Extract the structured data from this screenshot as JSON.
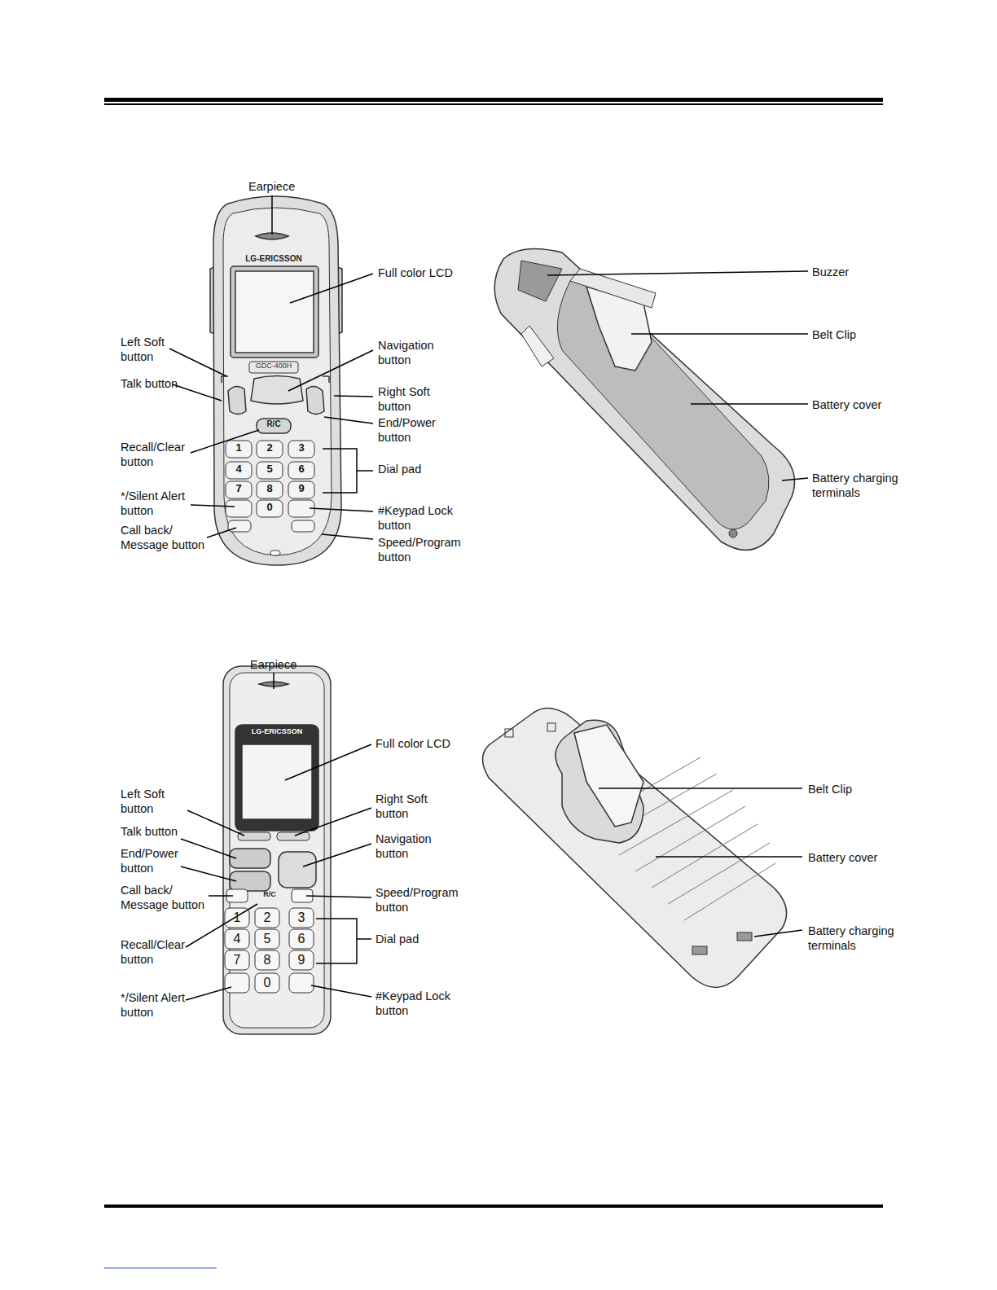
{
  "diagram": {
    "labels": [
      "Earpiece",
      "Full color LCD",
      "Left Soft button",
      "Navigation button",
      "Talk button",
      "Right Soft button",
      "End/Power button",
      "Recall/Clear button",
      "Dial pad",
      "*/Silent Alert button",
      "#Keypad Lock button",
      "Call back/ Message button",
      "Speed/Program button",
      "Buzzer",
      "Belt Clip",
      "Battery cover",
      "Battery charging terminals",
      "Earpiece",
      "Full color LCD",
      "Left Soft button",
      "Right Soft button",
      "Talk button",
      "Navigation button",
      "End/Power button",
      "Call back/ Message button",
      "Speed/Program button",
      "Recall/Clear button",
      "Dial pad",
      "*/Silent Alert button",
      "#Keypad Lock button",
      "Belt Clip",
      "Battery cover",
      "Battery charging terminals",
      "LG-ERICSSON",
      "GDC-400H",
      "R/C",
      "1",
      "2",
      "3",
      "4",
      "5",
      "6",
      "7",
      "8",
      "9",
      "0",
      "LG-ERICSSON",
      "R/C",
      "1",
      "2",
      "3",
      "4",
      "5",
      "6",
      "7",
      "8",
      "9",
      "0"
    ]
  }
}
